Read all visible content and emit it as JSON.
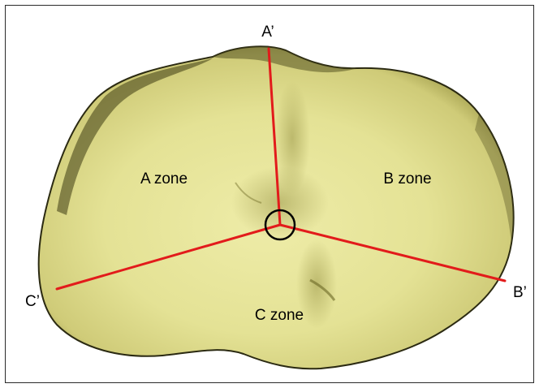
{
  "figure": {
    "labels": {
      "a_prime": "A’",
      "b_prime": "B’",
      "c_prime": "C’",
      "a_zone": "A zone",
      "b_zone": "B zone",
      "c_zone": "C zone"
    },
    "colors": {
      "surface": "#e6e49a",
      "surface_shadow": "#8f8b3a",
      "outline": "#1f1f12",
      "division_lines": "#e21b1b",
      "center_marker": "#000000"
    }
  }
}
